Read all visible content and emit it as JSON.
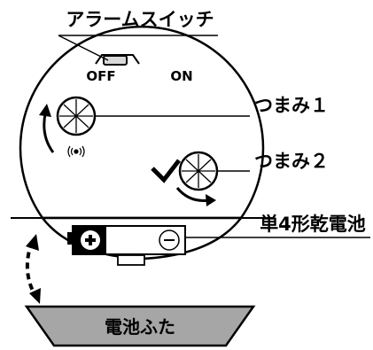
{
  "labels": {
    "alarm_switch": "アラームスイッチ",
    "switch_off": "OFF",
    "switch_on": "ON",
    "knob1": "つまみ１",
    "knob2": "つまみ２",
    "battery": "単4形乾電池",
    "battery_cover": "電池ふた"
  },
  "colors": {
    "line": "#000000",
    "body_fill": "#ffffff",
    "cover_fill": "#a6a6a6",
    "switch_fill": "#d9d9d9"
  },
  "icons": {
    "knob1_symbol": "alarm-sound-icon",
    "knob2_symbol": "check-mark-icon",
    "battery_plus": "plus-terminal-icon",
    "battery_minus": "minus-terminal-icon"
  }
}
